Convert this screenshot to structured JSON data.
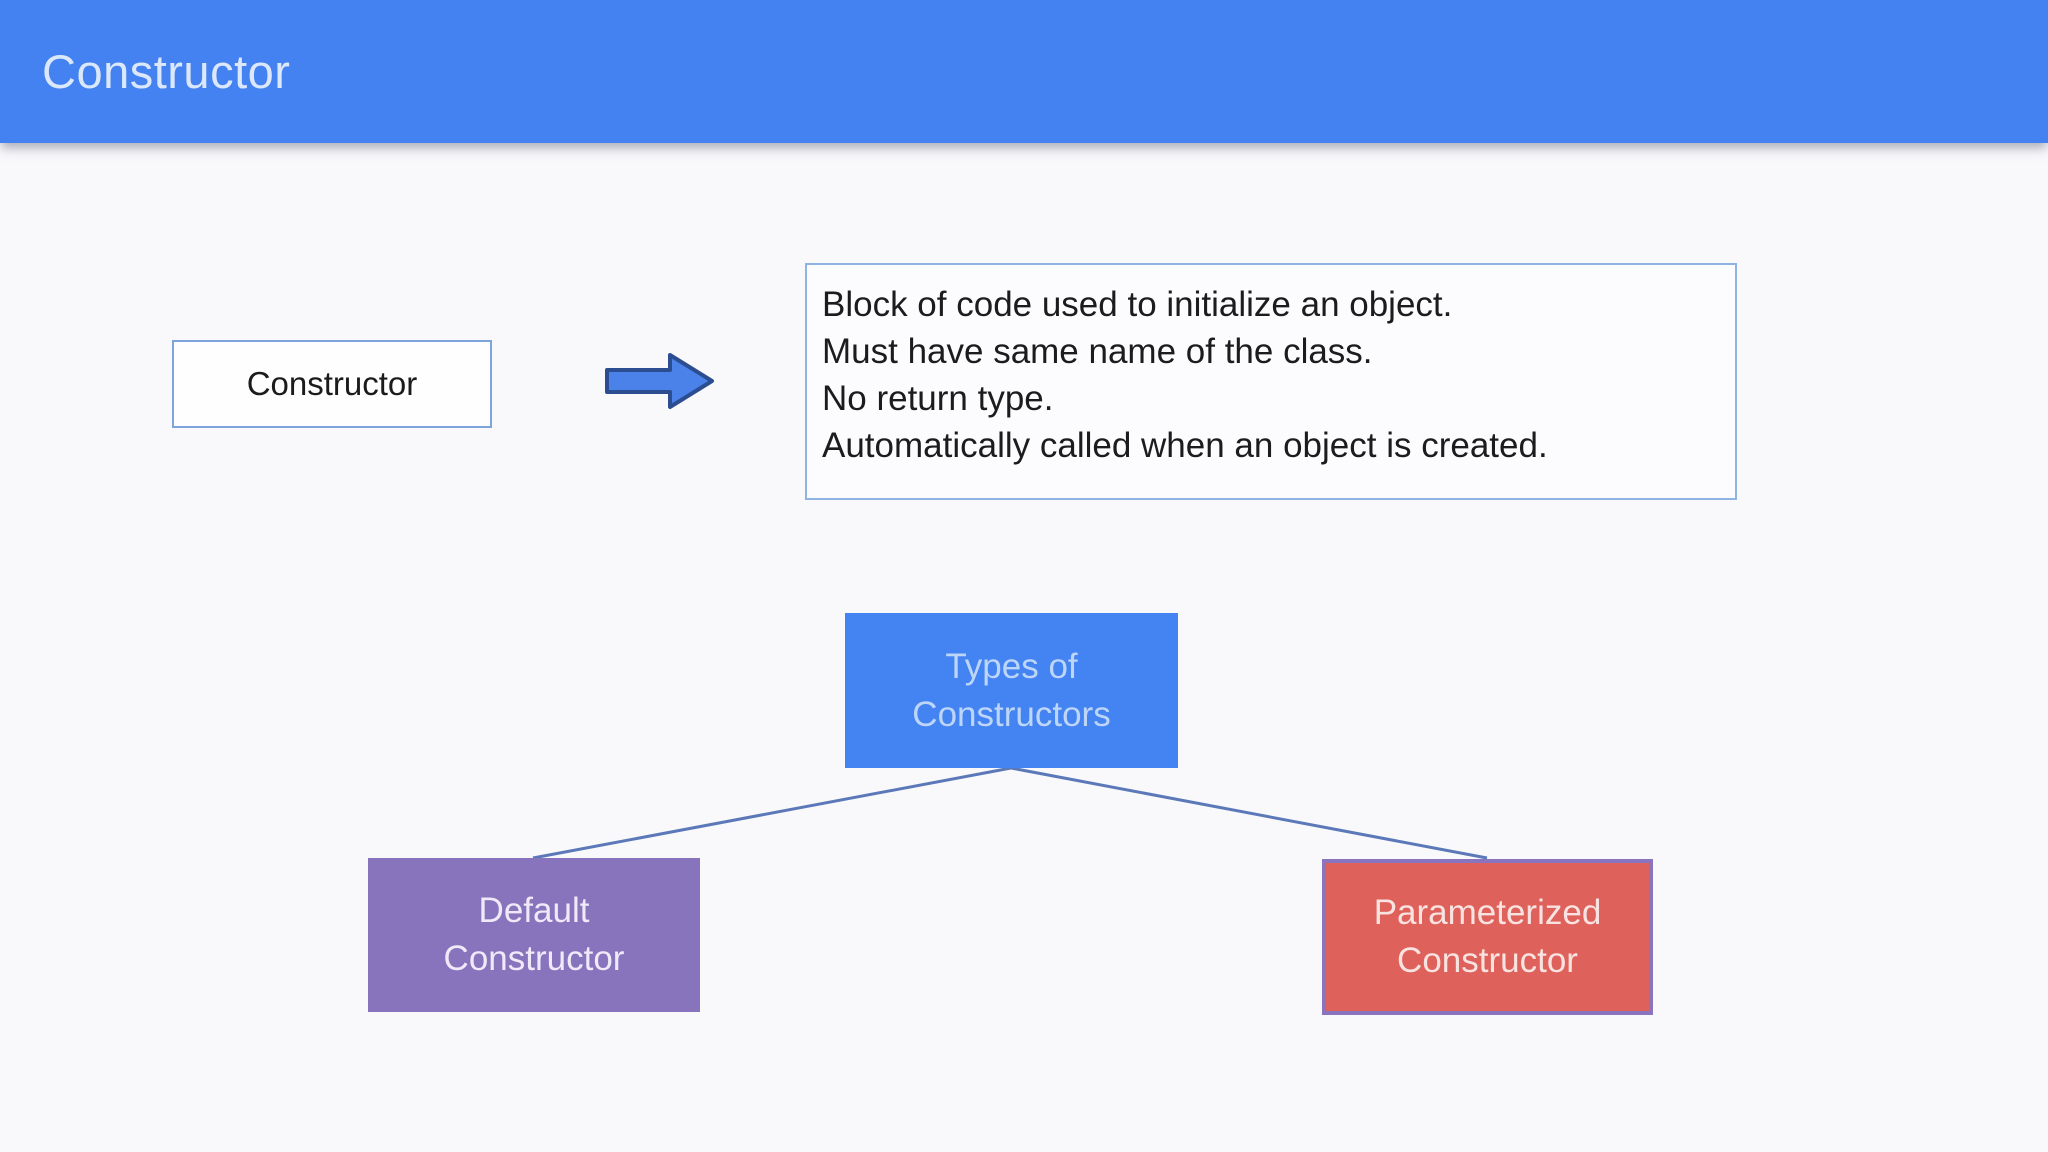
{
  "header": {
    "title": "Constructor"
  },
  "concept": {
    "label": "Constructor",
    "definition_lines": [
      "Block of code used to initialize an object.",
      "Must have same name of the class.",
      "No return type.",
      "Automatically called when an object is created."
    ]
  },
  "tree": {
    "root": {
      "label_lines": [
        "Types of",
        "Constructors"
      ]
    },
    "children": [
      {
        "label_lines": [
          "Default",
          "Constructor"
        ]
      },
      {
        "label_lines": [
          "Parameterized",
          "Constructor"
        ]
      }
    ]
  },
  "icons": {
    "arrow": "right-block-arrow-icon"
  },
  "colors": {
    "header_bg": "#4382f0",
    "header_text": "#dbe7fb",
    "page_bg": "#f9f8fb",
    "root_node_bg": "#4483f2",
    "root_node_text": "#bdd6f8",
    "default_node_bg": "#8873bd",
    "param_node_bg": "#de615b",
    "param_node_border": "#8a74be",
    "box_border_blue": "#8fb3e3",
    "arrow_fill": "#4a82ea",
    "arrow_stroke": "#2c4d8f",
    "connector": "#5b79b8"
  }
}
